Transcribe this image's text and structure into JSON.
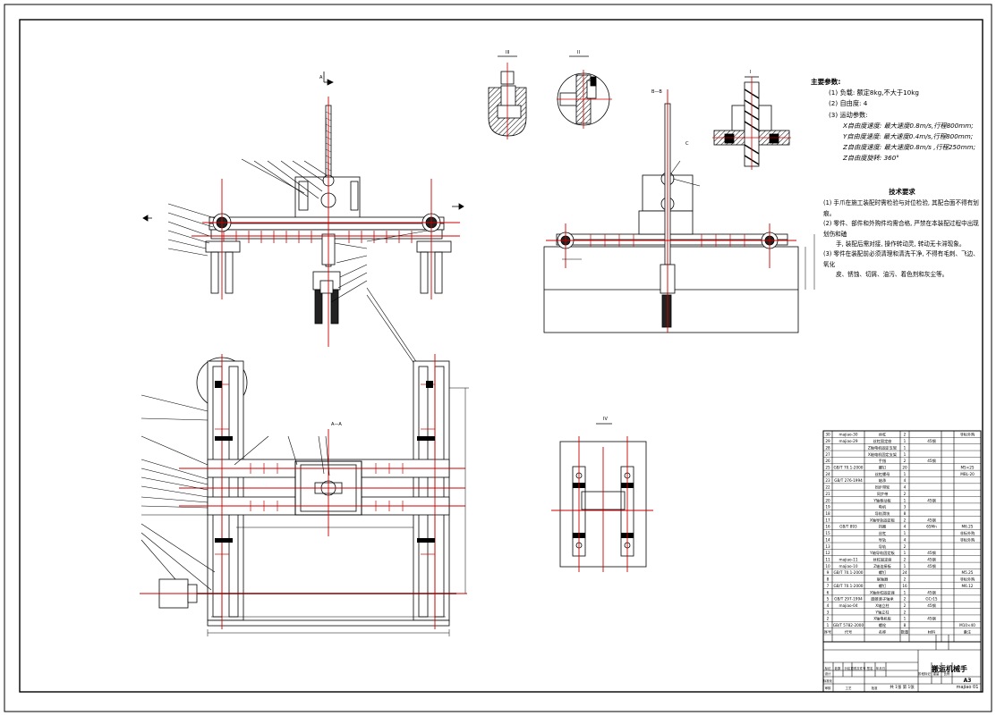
{
  "drawing": {
    "title": "搬运机械手",
    "sheet_size": "A3",
    "drawing_no": "majiao 01",
    "scale_text": "共 1张 第 1张"
  },
  "main_params": {
    "title": "主要参数:",
    "items": [
      "(1) 负载: 额定8kg,不大于10kg",
      "(2) 自由度: 4",
      "(3) 运动参数:"
    ],
    "motion": [
      "X自由度速度: 最大速度0.8m/s,行程800mm;",
      "Y自由度速度: 最大速度0.4m/s,行程800mm;",
      "Z自由度速度: 最大速度0.8m/s ,行程250mm;",
      "Z自由度旋转: 360°"
    ]
  },
  "tech_req": {
    "title": "技术要求",
    "items": [
      "(1) 手爪在施工装配时需检验与对位检验, 其配合面不得有划痕。",
      "(2) 零件、部件和外购件均需合格, 严禁在本装配过程中出现划伤和磕",
      "手, 装配后需对接, 操作转动灵, 转动无卡滞现象。",
      "(3) 零件在装配前必须清理和清洗干净, 不得有毛刺、飞边、氧化",
      "皮、锈蚀、切屑、油污、着色剂和灰尘等。"
    ]
  },
  "section_labels": {
    "a": "A",
    "aa": "A—A",
    "bb": "B—B",
    "c": "C",
    "i": "I",
    "ii": "II",
    "iii": "III",
    "iv": "IV"
  },
  "bom": {
    "header": [
      "序号",
      "代号",
      "名称",
      "数量",
      "材料",
      "备注"
    ],
    "rows": [
      [
        "30",
        "majiao-30",
        "丝杠",
        "2",
        "",
        "非标外购"
      ],
      [
        "29",
        "majiao-29",
        "丝杠固定座",
        "1",
        "45钢",
        ""
      ],
      [
        "28",
        "",
        "Z轴电机固定支架",
        "1",
        "",
        ""
      ],
      [
        "27",
        "",
        "X轴电机固定支架",
        "1",
        "",
        ""
      ],
      [
        "26",
        "",
        "手指",
        "2",
        "45钢",
        ""
      ],
      [
        "25",
        "GB/T 70.1-2000",
        "螺钉",
        "20",
        "",
        "M5×25"
      ],
      [
        "24",
        "",
        "丝杠螺母",
        "1",
        "",
        "MBL-20"
      ],
      [
        "23",
        "GB/T 276-1994",
        "轴承",
        "4",
        "",
        ""
      ],
      [
        "22",
        "",
        "同步带轮",
        "4",
        "",
        ""
      ],
      [
        "21",
        "",
        "同步带",
        "2",
        "",
        ""
      ],
      [
        "20",
        "",
        "Y轴移动板",
        "1",
        "45钢",
        ""
      ],
      [
        "19",
        "",
        "电机",
        "3",
        "",
        ""
      ],
      [
        "18",
        "",
        "导轨滑块",
        "8",
        "",
        ""
      ],
      [
        "17",
        "",
        "X轴导轨固定板",
        "2",
        "45钢",
        ""
      ],
      [
        "16",
        "GB/T 893",
        "挡圈",
        "4",
        "65Mn",
        "M6.25"
      ],
      [
        "15",
        "",
        "丝杠",
        "1",
        "",
        "非标外购"
      ],
      [
        "14",
        "",
        "导轨",
        "4",
        "",
        "非标外购"
      ],
      [
        "13",
        "",
        "导轨",
        "2",
        "",
        ""
      ],
      [
        "12",
        "",
        "Y轴导轨固定板",
        "1",
        "45钢",
        ""
      ],
      [
        "11",
        "majiao-11",
        "丝杠固定座",
        "2",
        "45钢",
        ""
      ],
      [
        "10",
        "majiao-10",
        "Z轴连接板",
        "1",
        "45钢",
        ""
      ],
      [
        "9",
        "GB/T 70.1-2000",
        "螺钉",
        "24",
        "",
        "M5.25"
      ],
      [
        "8",
        "",
        "联轴器",
        "2",
        "",
        "非标外购"
      ],
      [
        "7",
        "GB/T 70.1-2000",
        "螺钉",
        "16",
        "",
        "M6.12"
      ],
      [
        "6",
        "",
        "X轴丝杠固定座",
        "1",
        "45钢",
        ""
      ],
      [
        "5",
        "GB/T 297-1994",
        "圆锥滚子轴承",
        "2",
        "GCr15",
        ""
      ],
      [
        "4",
        "majiao-04",
        "X轴立柱",
        "2",
        "45钢",
        ""
      ],
      [
        "3",
        "",
        "Y轴立柱",
        "2",
        "",
        ""
      ],
      [
        "2",
        "",
        "X轴电机板",
        "1",
        "45钢",
        ""
      ],
      [
        "1",
        "GB/T 5782-2000",
        "螺栓",
        "8",
        "",
        "M10×40"
      ]
    ]
  },
  "title_block": {
    "labels": [
      "标记",
      "处数",
      "分区",
      "更改文件号",
      "签名",
      "年月日",
      "设计",
      "标准化",
      "审核",
      "工艺",
      "批准",
      "阶段标记",
      "重量",
      "比例"
    ]
  }
}
